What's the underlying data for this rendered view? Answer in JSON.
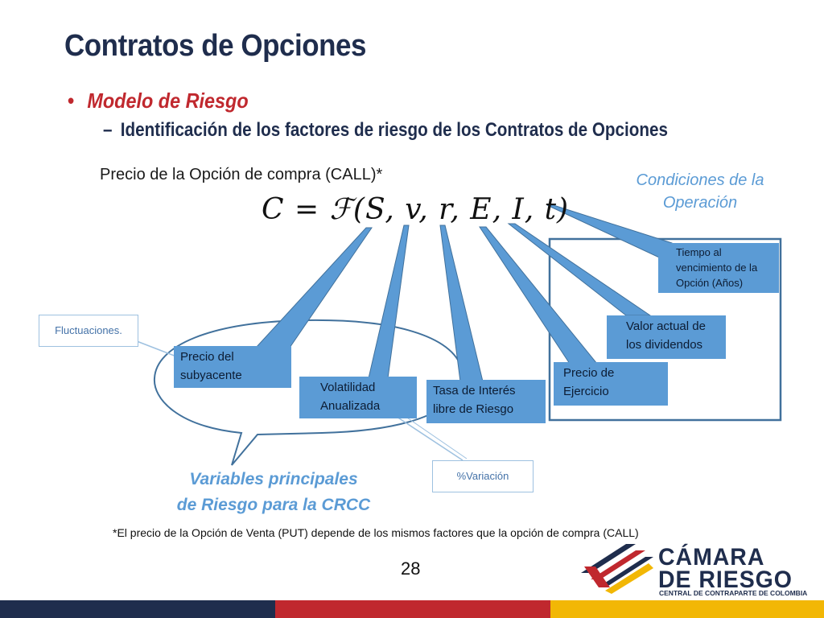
{
  "slide": {
    "title": "Contratos de Opciones",
    "bullet1": "Modelo de Riesgo",
    "bullet2": "Identificación de los factores de riesgo de los Contratos de Opciones",
    "call_caption": "Precio de la Opción de compra (CALL)*",
    "formula": "C = ℱ(S, v, r, E, I, t)",
    "conditions_title_line1": "Condiciones de la",
    "conditions_title_line2": "Operación",
    "variables_title_line1": "Variables principales",
    "variables_title_line2": "de Riesgo para la CRCC",
    "footnote": "*El precio de la Opción de Venta (PUT) depende de los mismos factores que la opción de compra (CALL)",
    "page_number": "28"
  },
  "boxes": {
    "subyacente_l1": "Precio del",
    "subyacente_l2": "subyacente",
    "volatilidad_l1": "Volatilidad",
    "volatilidad_l2": "Anualizada",
    "tasa_l1": "Tasa de Interés",
    "tasa_l2": "libre de Riesgo",
    "ejercicio_l1": "Precio de",
    "ejercicio_l2": "Ejercicio",
    "dividendos_l1": "Valor actual de",
    "dividendos_l2": "los dividendos",
    "tiempo_l1": "Tiempo al",
    "tiempo_l2": "vencimiento de la",
    "tiempo_l3": "Opción (Años)"
  },
  "callouts": {
    "fluctuaciones": "Fluctuaciones.",
    "variacion": "%Variación"
  },
  "logo": {
    "line1": "CÁMARA",
    "line2": "DE RIESGO",
    "line3": "CENTRAL DE CONTRAPARTE DE COLOMBIA"
  },
  "colors": {
    "title": "#1f2d4d",
    "accent_red": "#c0282e",
    "box_blue": "#5b9bd5",
    "frame": "#41719c",
    "bar_navy": "#1f2d4d",
    "bar_red": "#c0282e",
    "bar_yellow": "#f2b705"
  }
}
